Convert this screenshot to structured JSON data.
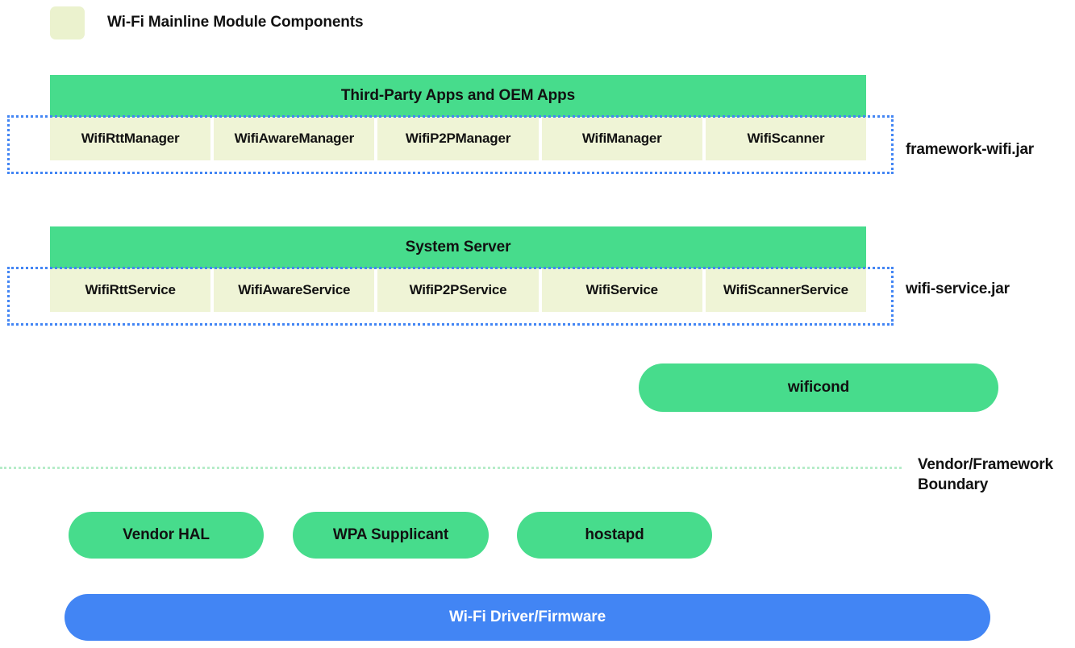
{
  "legend": {
    "swatch_color": "#ebf2ce",
    "label": "Wi-Fi Mainline Module Components"
  },
  "colors": {
    "green": "#47dc8c",
    "pale_green_cell": "#eff4d6",
    "blue": "#4285f4",
    "dotted_group_border": "#4285f4",
    "boundary_line": "#b6ecc9",
    "text": "#111111",
    "text_on_blue": "#ffffff"
  },
  "layers": {
    "framework": {
      "header": "Third-Party Apps and OEM Apps",
      "cells": [
        "WifiRttManager",
        "WifiAwareManager",
        "WifiP2PManager",
        "WifiManager",
        "WifiScanner"
      ],
      "side_label": "framework-wifi.jar"
    },
    "service": {
      "header": "System Server",
      "cells": [
        "WifiRttService",
        "WifiAwareService",
        "WifiP2PService",
        "WifiService",
        "WifiScannerService"
      ],
      "side_label": "wifi-service.jar"
    }
  },
  "daemon": {
    "wificond": "wificond"
  },
  "boundary": {
    "label_line1": "Vendor/Framework",
    "label_line2": "Boundary"
  },
  "vendor": {
    "pills": [
      "Vendor HAL",
      "WPA Supplicant",
      "hostapd"
    ]
  },
  "driver": {
    "label": "Wi-Fi Driver/Firmware"
  }
}
